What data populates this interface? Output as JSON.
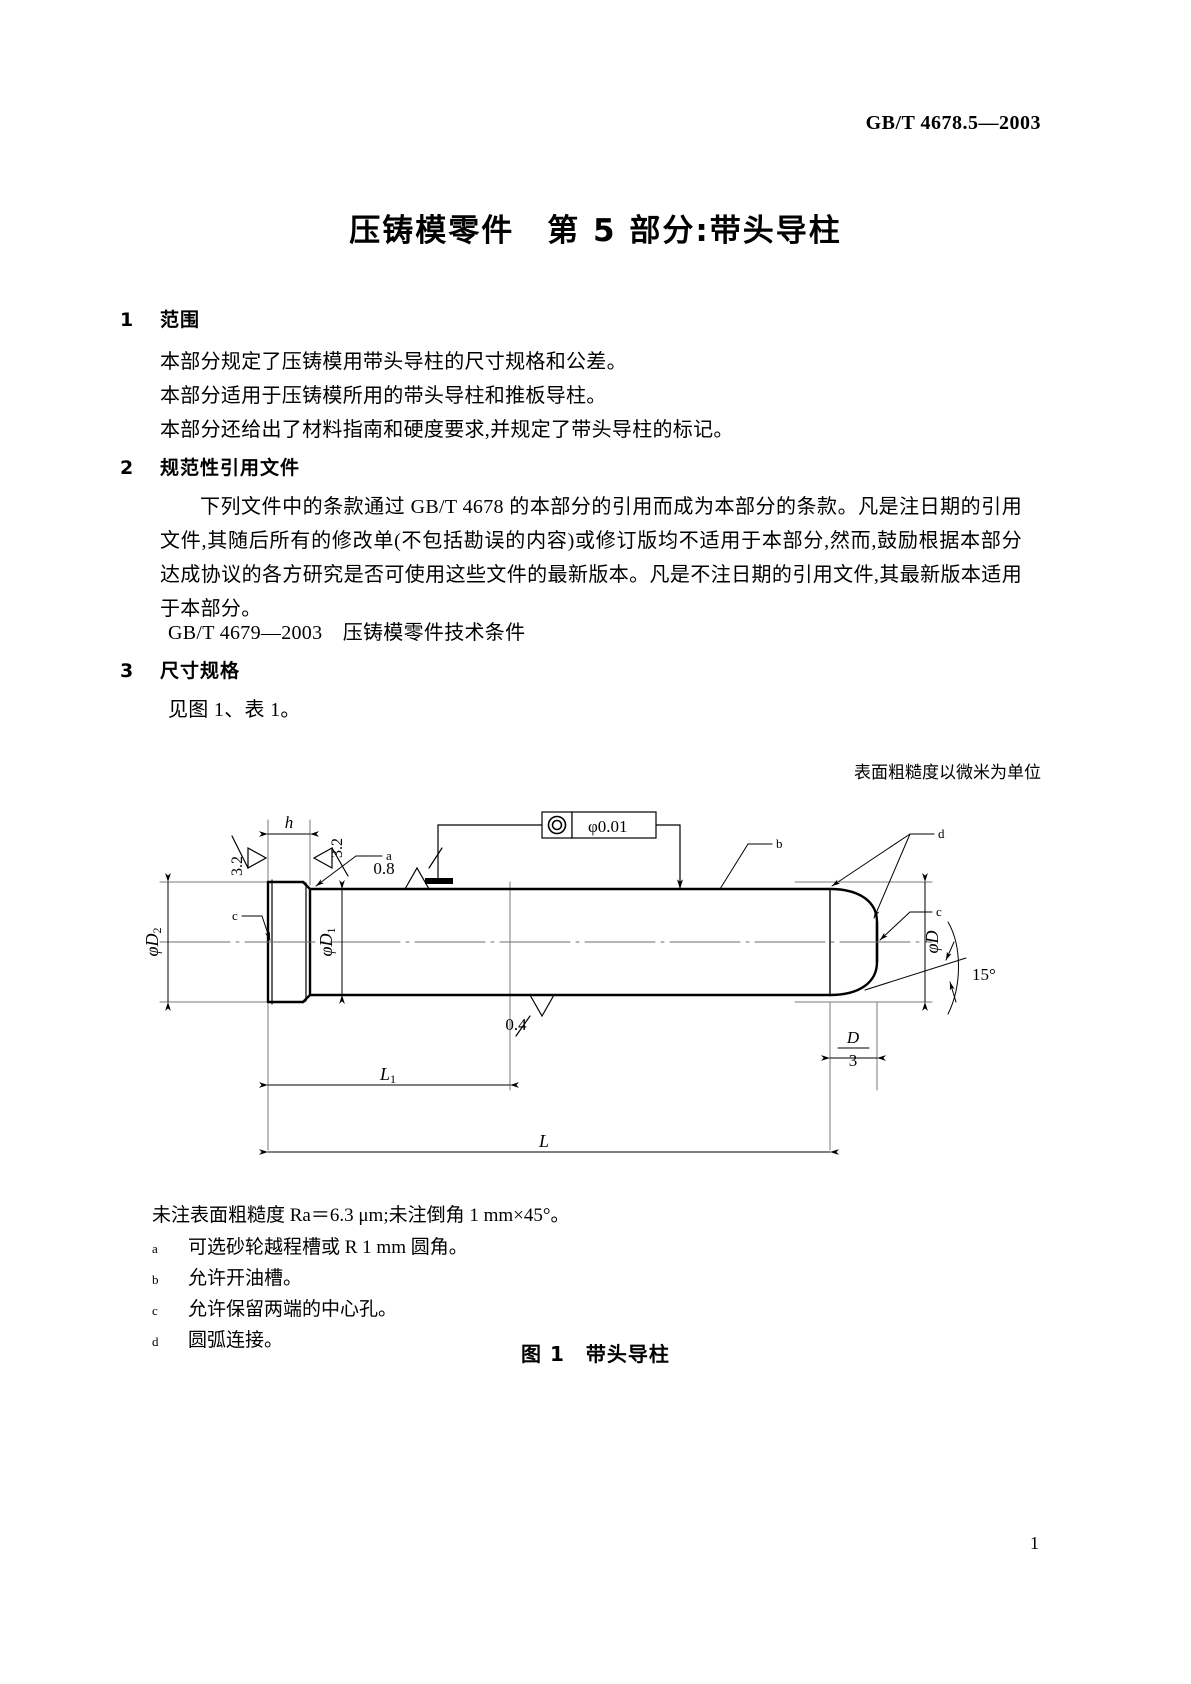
{
  "header": {
    "standard_no": "GB/T 4678.5—2003"
  },
  "title": "压铸模零件　第 5 部分:带头导柱",
  "sections": [
    {
      "number": "1",
      "heading": "范围"
    },
    {
      "number": "2",
      "heading": "规范性引用文件"
    },
    {
      "number": "3",
      "heading": "尺寸规格"
    }
  ],
  "scope": {
    "p1": "本部分规定了压铸模用带头导柱的尺寸规格和公差。",
    "p2": "本部分适用于压铸模所用的带头导柱和推板导柱。",
    "p3": "本部分还给出了材料指南和硬度要求,并规定了带头导柱的标记。"
  },
  "references": {
    "p1": "下列文件中的条款通过 GB/T 4678 的本部分的引用而成为本部分的条款。凡是注日期的引用文件,其随后所有的修改单(不包括勘误的内容)或修订版均不适用于本部分,然而,鼓励根据本部分达成协议的各方研究是否可使用这些文件的最新版本。凡是不注日期的引用文件,其最新版本适用于本部分。",
    "cited": "GB/T 4679—2003　压铸模零件技术条件"
  },
  "dimensions": {
    "p1": "见图 1、表 1。"
  },
  "figure": {
    "unit_note": "表面粗糙度以微米为单位",
    "caption": "图 1　带头导柱",
    "labels": {
      "h_dim": "h",
      "rough_head_left": "3.2",
      "rough_head_right": "3.2",
      "rough_shank": "0.8",
      "rough_bottom": "0.4",
      "gdt_value": "φ0.01",
      "gdt_symbol": "coaxiality-icon",
      "dia_D2": "φD₂",
      "dia_D1": "φD₁",
      "dia_D": "φD",
      "len_L1": "L₁",
      "len_L": "L",
      "chamfer_ratio_top": "D",
      "chamfer_ratio_bottom": "3",
      "angle": "15°",
      "note_a": "a",
      "note_b": "b",
      "note_c_left": "c",
      "note_c_right": "c",
      "note_d": "d"
    }
  },
  "footnotes": {
    "main": "未注表面粗糙度 Ra＝6.3 μm;未注倒角 1 mm×45°。",
    "items": [
      {
        "mark": "a",
        "text": "可选砂轮越程槽或 R 1 mm 圆角。"
      },
      {
        "mark": "b",
        "text": "允许开油槽。"
      },
      {
        "mark": "c",
        "text": "允许保留两端的中心孔。"
      },
      {
        "mark": "d",
        "text": "圆弧连接。"
      }
    ]
  },
  "page_number": "1",
  "colors": {
    "ink": "#000000",
    "paper": "#ffffff",
    "thin_line": "#6e6e6e"
  }
}
